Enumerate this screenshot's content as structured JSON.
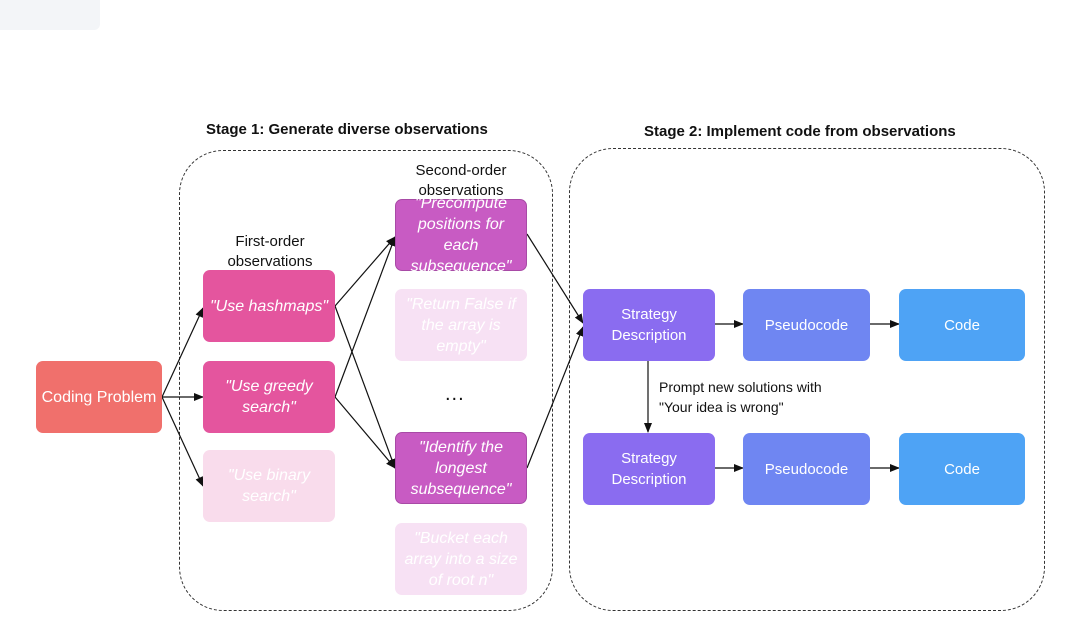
{
  "stage1": {
    "title": "Stage 1: Generate diverse observations"
  },
  "stage2": {
    "title": "Stage 2: Implement code from observations"
  },
  "input": {
    "label": "Coding Problem"
  },
  "first_order": {
    "heading_line1": "First-order",
    "heading_line2": "observations",
    "items": [
      {
        "text": "\"Use hashmaps\"",
        "faded": false
      },
      {
        "text": "\"Use greedy search\"",
        "faded": false
      },
      {
        "text": "\"Use binary search\"",
        "faded": true
      }
    ]
  },
  "second_order": {
    "heading_line1": "Second-order",
    "heading_line2": "observations",
    "items": [
      {
        "text": "\"Precompute positions for each subsequence\"",
        "faded": false
      },
      {
        "text": "\"Return False if the array is empty\"",
        "faded": true
      },
      {
        "text": "\"Identify the longest subsequence\"",
        "faded": false
      },
      {
        "text": "\"Bucket each array into a size of root n\"",
        "faded": true
      }
    ],
    "ellipsis": "..."
  },
  "pipeline": {
    "strategy_label": "Strategy Description",
    "pseudocode_label": "Pseudocode",
    "code_label": "Code"
  },
  "prompt_note": {
    "line1": "Prompt new solutions with",
    "line2": "\"Your idea is wrong\""
  },
  "colors": {
    "problem": "#f0706c",
    "first_order": "#e4559e",
    "second_order": "#c85bc3",
    "strategy": "#8a6cf0",
    "pseudocode": "#6f86f2",
    "code": "#4ea3f5",
    "faded": "#f9dcec"
  }
}
